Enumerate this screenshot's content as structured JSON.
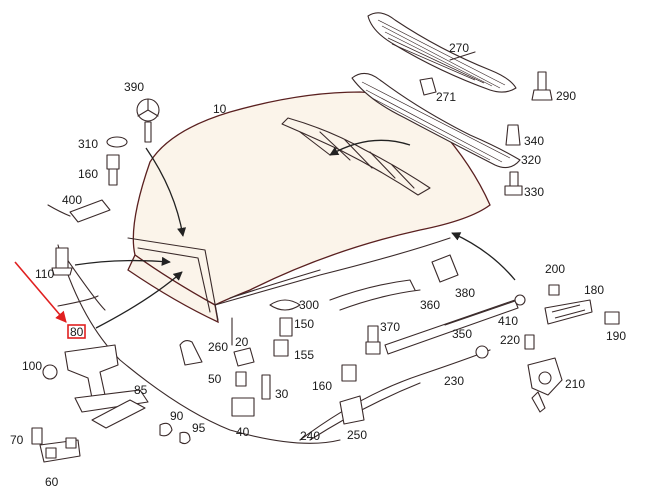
{
  "labels": {
    "p10": "10",
    "p20": "20",
    "p30": "30",
    "p40": "40",
    "p50": "50",
    "p60": "60",
    "p70": "70",
    "p85": "85",
    "p90": "90",
    "p95": "95",
    "p100": "100",
    "p110": "110",
    "p150": "150",
    "p155": "155",
    "p160a": "160",
    "p160b": "160",
    "p180": "180",
    "p190": "190",
    "p200": "200",
    "p210": "210",
    "p220": "220",
    "p230": "230",
    "p240": "240",
    "p250": "250",
    "p260": "260",
    "p270": "270",
    "p271": "271",
    "p290": "290",
    "p300": "300",
    "p310": "310",
    "p320": "320",
    "p330": "330",
    "p340": "340",
    "p350": "350",
    "p360": "360",
    "p370": "370",
    "p380": "380",
    "p390": "390",
    "p400": "400",
    "p410": "410",
    "p80": "80"
  },
  "colors": {
    "highlight": "#e02020"
  }
}
